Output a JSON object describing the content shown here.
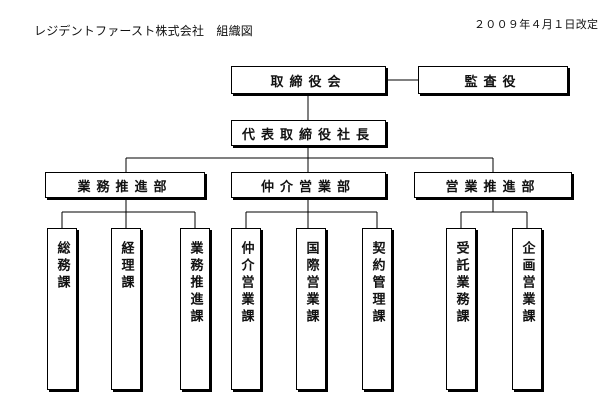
{
  "header": {
    "title": "レジデントファースト株式会社　組織図",
    "date": "２００９年４月１日改定"
  },
  "org": {
    "board": "取締役会",
    "auditor": "監査役",
    "president": "代表取締役社長",
    "departments": [
      {
        "name": "業務推進部",
        "sections": [
          "総務課",
          "経理課",
          "業務推進課"
        ]
      },
      {
        "name": "仲介営業部",
        "sections": [
          "仲介営業課",
          "国際営業課",
          "契約管理課"
        ]
      },
      {
        "name": "営業推進部",
        "sections": [
          "受託業務課",
          "企画営業課"
        ]
      }
    ]
  }
}
